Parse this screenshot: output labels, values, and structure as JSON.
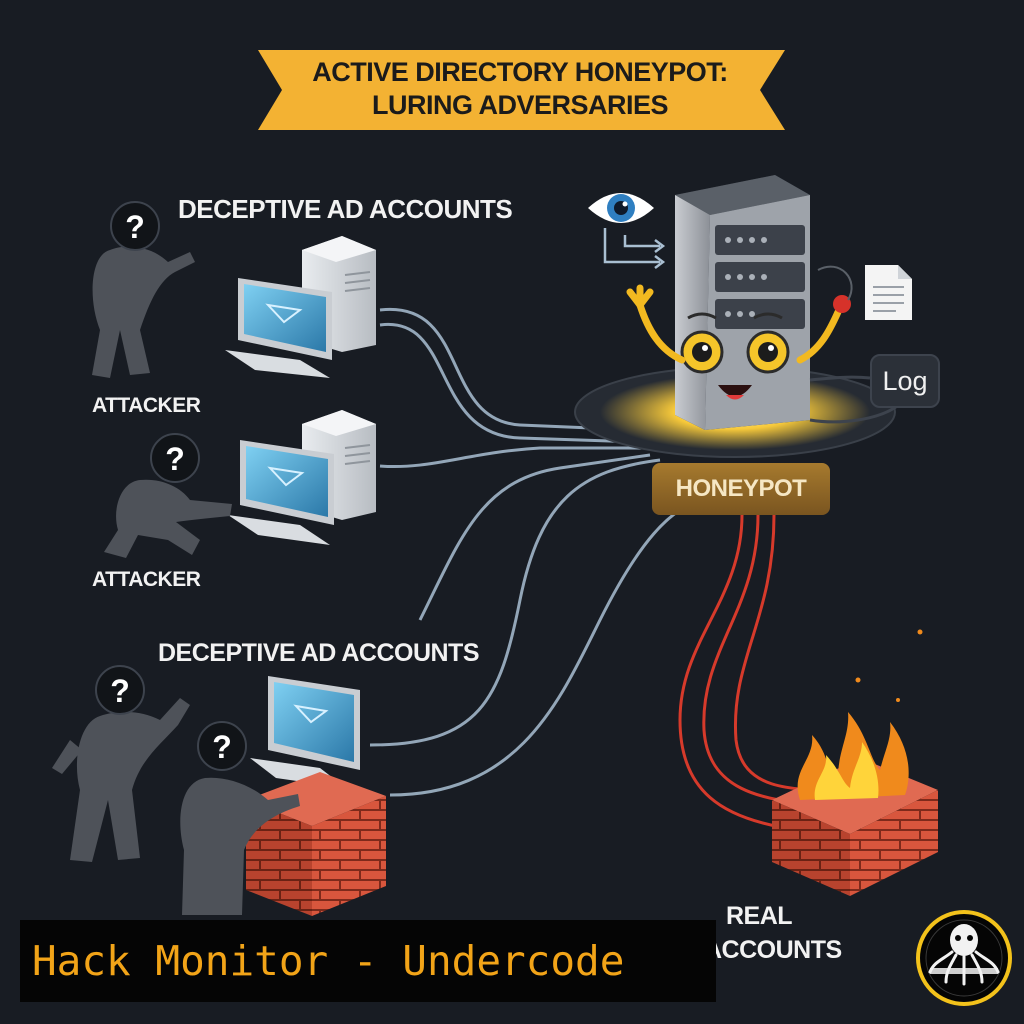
{
  "title": {
    "line1": "ACTIVE DIRECTORY HONEYPOT:",
    "line2": "LURING ADVERSARIES"
  },
  "labels": {
    "deceptive_top": "DECEPTIVE AD ACCOUNTS",
    "deceptive_bottom": "DECEPTIVE AD ACCOUNTS",
    "attacker_1": "ATTACKER",
    "attacker_2": "ATTACKER",
    "honeypot": "HONEYPOT",
    "log": "Log",
    "real_line1": "REAL",
    "real_line2": "ACCOUNTS"
  },
  "question_mark": "?",
  "watermark": "Hack Monitor - Undercode",
  "colors": {
    "background": "#181c23",
    "banner": "#f3b233",
    "figure": "#4e5259",
    "connector": "#a9bfd2",
    "real_connector": "#d63a2b",
    "brick": "#d8563d",
    "honeypot_glow": "#f7c93a",
    "watermark_text": "#f2a418"
  },
  "icons": [
    "eye-icon",
    "document-icon",
    "server-icon",
    "monitor-icon",
    "firewall-icon",
    "fire-icon",
    "octopus-logo-icon"
  ]
}
